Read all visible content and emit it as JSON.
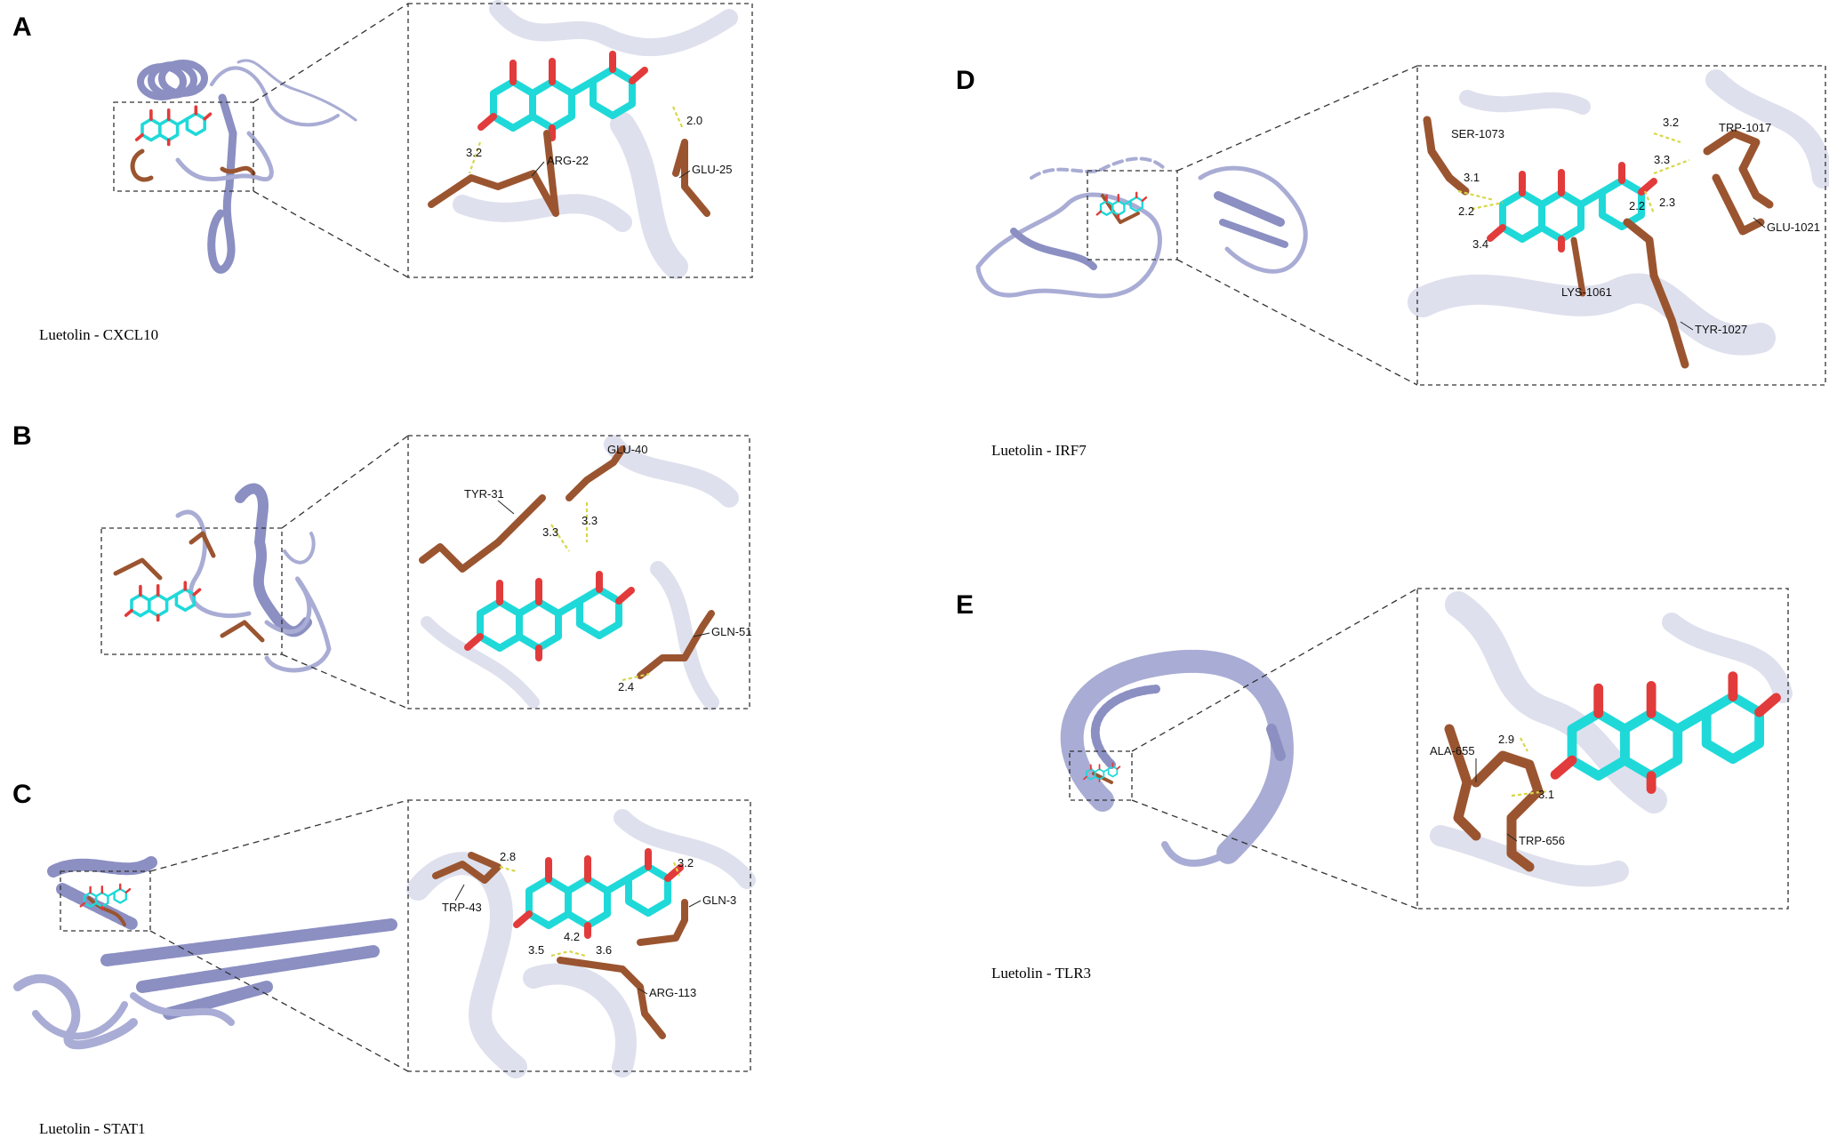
{
  "panels": [
    {
      "letter": "A",
      "caption": "Luetolin - CXCL10",
      "residues": [
        "ARG-22",
        "GLU-25"
      ],
      "distances": [
        "3.2",
        "2.0"
      ]
    },
    {
      "letter": "B",
      "caption": "",
      "residues": [
        "TYR-31",
        "GLU-40",
        "GLN-51"
      ],
      "distances": [
        "3.3",
        "3.3",
        "2.4"
      ]
    },
    {
      "letter": "C",
      "caption": "Luetolin - STAT1",
      "residues": [
        "TRP-43",
        "GLN-3",
        "ARG-113"
      ],
      "distances": [
        "2.8",
        "3.2",
        "4.2",
        "3.5",
        "3.6"
      ]
    },
    {
      "letter": "D",
      "caption": "Luetolin - IRF7",
      "residues": [
        "SER-1073",
        "TRP-1017",
        "GLU-1021",
        "LYS-1061",
        "TYR-1027"
      ],
      "distances": [
        "3.2",
        "3.1",
        "2.2",
        "3.3",
        "2.2",
        "2.3",
        "3.4"
      ]
    },
    {
      "letter": "E",
      "caption": "Luetolin - TLR3",
      "residues": [
        "ALA-655",
        "TRP-656"
      ],
      "distances": [
        "2.9",
        "3.1"
      ]
    }
  ],
  "colors": {
    "protein": "#a9acd4",
    "ligand": "#1fd9d9",
    "oxygen": "#e23b3b",
    "residue": "#9a5530",
    "hbond": "#d7d74a"
  }
}
